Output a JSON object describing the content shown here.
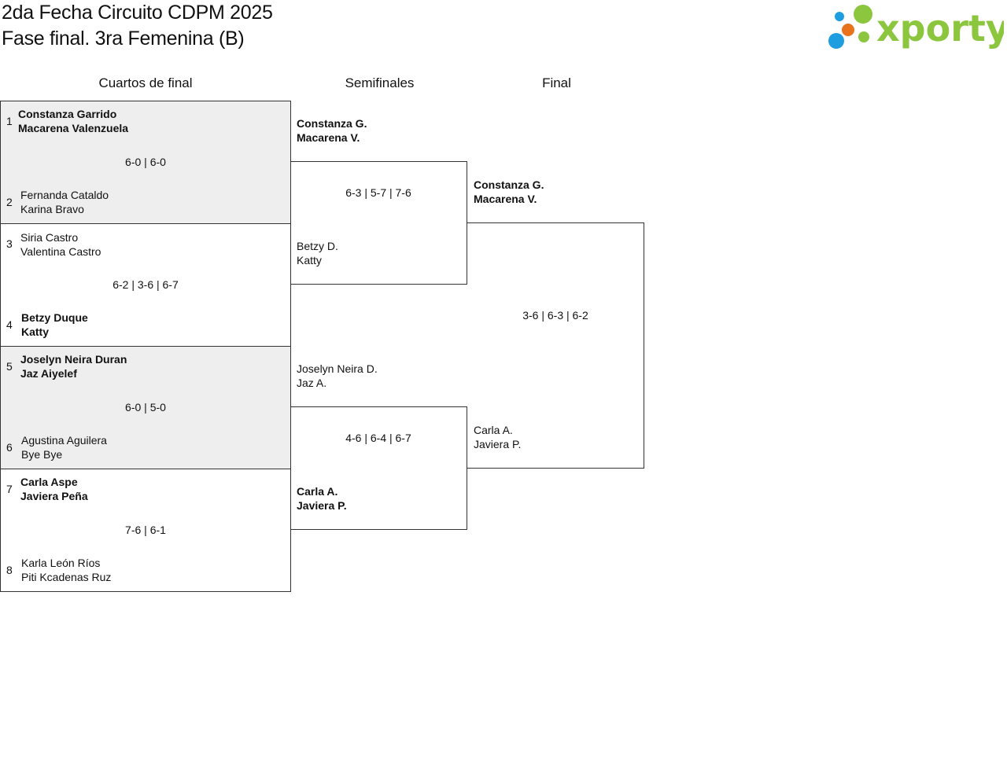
{
  "header": {
    "title_line1": "2da Fecha Circuito CDPM 2025",
    "title_line2": "Fase final. 3ra Femenina (B)"
  },
  "logo": {
    "text": "xporty",
    "colors": [
      "#8cc63f",
      "#e8731c",
      "#1e9ee0"
    ]
  },
  "columns": {
    "qf": "Cuartos de final",
    "sf": "Semifinales",
    "final": "Final"
  },
  "quarterfinals": [
    {
      "score": "6-0 | 6-0",
      "a_seed": "1",
      "a_p1": "Constanza Garrido",
      "a_p2": "Macarena Valenzuela",
      "b_seed": "2",
      "b_p1": "Fernanda Cataldo",
      "b_p2": "Karina Bravo"
    },
    {
      "score": "6-2 | 3-6 | 6-7",
      "a_seed": "3",
      "a_p1": "Siria Castro",
      "a_p2": "Valentina Castro",
      "b_seed": "4",
      "b_p1": "Betzy Duque",
      "b_p2": "Katty"
    },
    {
      "score": "6-0 | 5-0",
      "a_seed": "5",
      "a_p1": "Joselyn Neira Duran",
      "a_p2": "Jaz Aiyelef",
      "b_seed": "6",
      "b_p1": "Agustina Aguilera",
      "b_p2": "Bye Bye"
    },
    {
      "score": "7-6 | 6-1",
      "a_seed": "7",
      "a_p1": "Carla Aspe",
      "a_p2": "Javiera Peña",
      "b_seed": "8",
      "b_p1": "Karla León Ríos",
      "b_p2": "Piti Kcadenas Ruz"
    }
  ],
  "semifinals": [
    {
      "a_p1": "Constanza G.",
      "a_p2": "Macarena V.",
      "score": "6-3 | 5-7 | 7-6",
      "b_p1": "Betzy D.",
      "b_p2": "Katty"
    },
    {
      "a_p1": "Joselyn Neira D.",
      "a_p2": "Jaz A.",
      "score": "4-6 | 6-4 | 6-7",
      "b_p1": "Carla A.",
      "b_p2": "Javiera P."
    }
  ],
  "final": {
    "a_p1": "Constanza G.",
    "a_p2": "Macarena V.",
    "score": "3-6 | 6-3 | 6-2",
    "b_p1": "Carla A.",
    "b_p2": "Javiera P."
  }
}
